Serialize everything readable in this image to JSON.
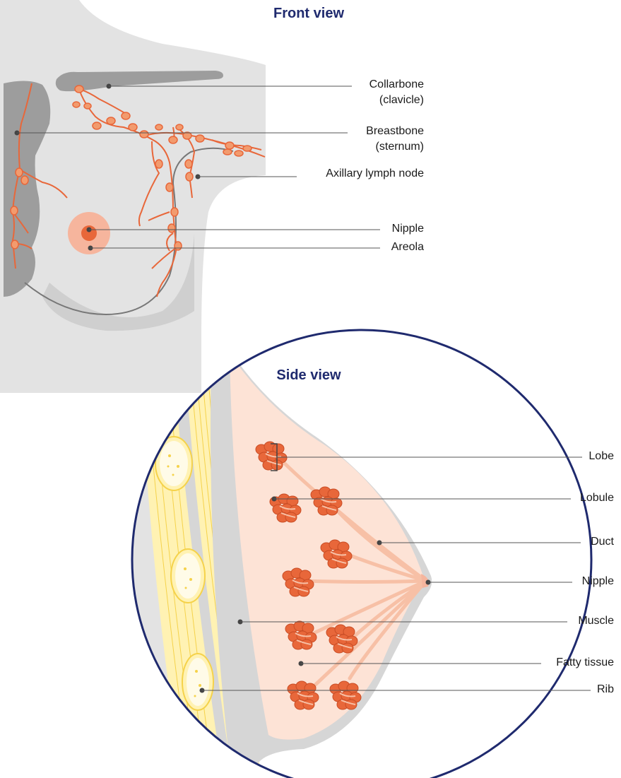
{
  "front_view": {
    "title": "Front view",
    "labels": {
      "collarbone_1": "Collarbone",
      "collarbone_2": "(clavicle)",
      "breastbone_1": "Breastbone",
      "breastbone_2": "(sternum)",
      "axillary": "Axillary lymph node",
      "nipple": "Nipple",
      "areola": "Areola"
    }
  },
  "side_view": {
    "title": "Side view",
    "labels": {
      "lobe": "Lobe",
      "lobule": "Lobule",
      "duct": "Duct",
      "nipple": "Nipple",
      "muscle": "Muscle",
      "fatty_tissue": "Fatty tissue",
      "rib": "Rib"
    }
  },
  "colors": {
    "body_gray": "#e3e3e3",
    "bone_gray": "#a7a7a7",
    "lymph_orange": "#e8673a",
    "areola_peach": "#f6b59d",
    "nipple_orange": "#e8673a",
    "circle_navy": "#1f2a6e",
    "muscle_yellow": "#fff2b3",
    "fat_pink": "#fde3d6",
    "title_navy": "#1f2a6e"
  }
}
